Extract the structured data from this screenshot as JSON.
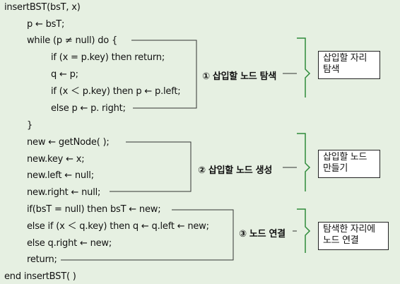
{
  "code_lines": [
    "insertBST(bsT, x)",
    "p ← bsT;",
    "while (p ≠ null) do {",
    "if (x = p.key) then return;",
    "q ← p;",
    "if (x ＜ p.key) then p ← p.left;",
    "else p ← p. right;",
    "}",
    "new ← getNode(   );",
    "new.key ← x;",
    "new.left ← null;",
    "new.right ← null;",
    "if(bsT = null) then bsT ← new;",
    "else if (x ＜ q.key) then q ← q.left ← new;",
    "else q.right ← new;",
    "return;",
    "end insertBST(   )"
  ],
  "steps": [
    "① 삽입할 노드 탐색",
    "② 삽입할 노드 생성",
    "③ 노드 연결"
  ],
  "notes": [
    [
      "삽입할 자리",
      "탐색"
    ],
    [
      "삽입할 노드",
      "만들기"
    ],
    [
      "탐색한 자리에",
      "노드 연결"
    ]
  ],
  "colors": {
    "background": "#e6f0e2",
    "bracket": "#2e8b3a",
    "line": "#333333",
    "box": "#ffffff"
  }
}
